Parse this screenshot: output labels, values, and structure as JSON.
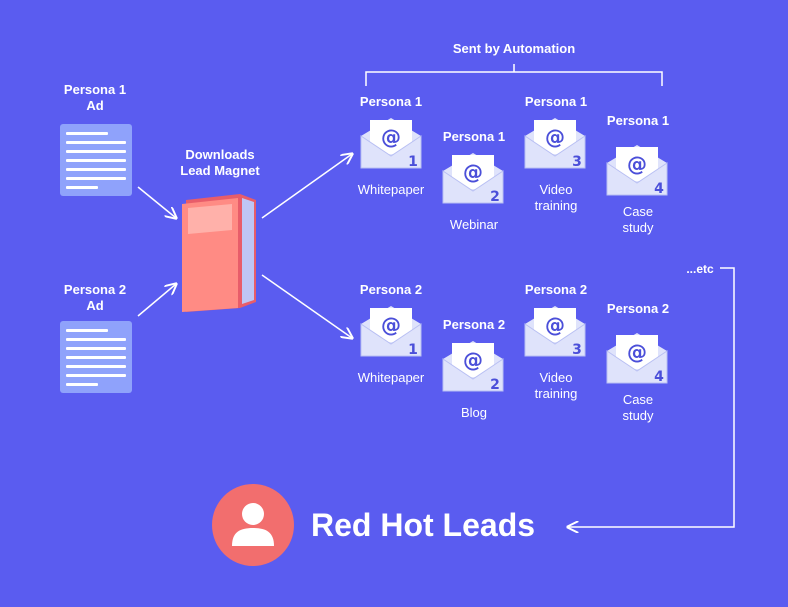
{
  "header": {
    "sent_by": "Sent by Automation"
  },
  "ads": [
    {
      "line1": "Persona 1",
      "line2": "Ad"
    },
    {
      "line1": "Persona 2",
      "line2": "Ad"
    }
  ],
  "lead_magnet": {
    "line1": "Downloads",
    "line2": "Lead Magnet"
  },
  "row1": [
    {
      "persona": "Persona 1",
      "num": "1",
      "label1": "Whitepaper",
      "label2": ""
    },
    {
      "persona": "Persona 1",
      "num": "2",
      "label1": "Webinar",
      "label2": ""
    },
    {
      "persona": "Persona 1",
      "num": "3",
      "label1": "Video",
      "label2": "training"
    },
    {
      "persona": "Persona 1",
      "num": "4",
      "label1": "Case",
      "label2": "study"
    }
  ],
  "row2": [
    {
      "persona": "Persona 2",
      "num": "1",
      "label1": "Whitepaper",
      "label2": ""
    },
    {
      "persona": "Persona 2",
      "num": "2",
      "label1": "Blog",
      "label2": ""
    },
    {
      "persona": "Persona 2",
      "num": "3",
      "label1": "Video",
      "label2": "training"
    },
    {
      "persona": "Persona 2",
      "num": "4",
      "label1": "Case",
      "label2": "study"
    }
  ],
  "etc_label": "...etc",
  "icon": {
    "at_symbol": "@"
  },
  "result": {
    "title": "Red Hot Leads",
    "icon": "user-icon"
  },
  "colors": {
    "background": "#5a5cf0",
    "envelope": "#dfe3fb",
    "number": "#4b4fd9",
    "accent": "#f26e6e"
  }
}
